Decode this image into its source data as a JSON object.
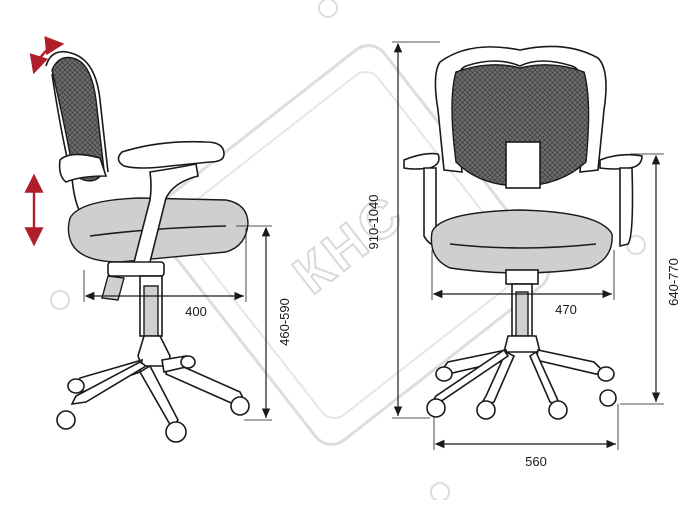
{
  "dimensions": {
    "seat_depth": "400",
    "seat_height": "460-590",
    "total_height": "910-1040",
    "seat_width": "470",
    "armrest_height": "640-770",
    "base_width": "560"
  },
  "watermark": {
    "text": "КНС"
  },
  "colors": {
    "line": "#1a1a1a",
    "adjust_arrow": "#b01e2a",
    "watermark": "#d9d9d9"
  },
  "icons": [
    "recline-arrow-icon",
    "height-arrow-icon"
  ]
}
